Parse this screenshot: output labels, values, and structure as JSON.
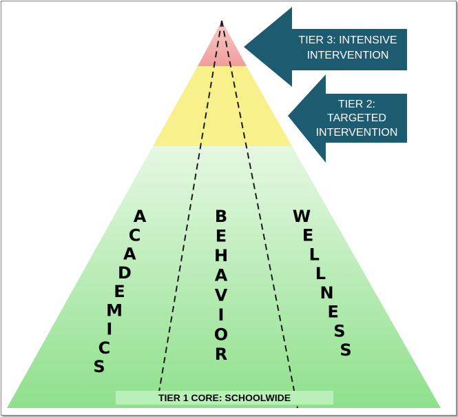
{
  "arrows": {
    "tier3": {
      "line1": "TIER 3: INTENSIVE",
      "line2": "INTERVENTION"
    },
    "tier2": {
      "line1": "TIER 2:",
      "line2": "TARGETED",
      "line3": "INTERVENTION"
    }
  },
  "columns": {
    "left": "ACADEMICS",
    "middle": "BEHAVIOR",
    "right": "WELLNESS"
  },
  "core_label": "TIER 1 CORE: SCHOOLWIDE",
  "colors": {
    "tier3": "#f2a0a0",
    "tier2": "#f8f08a",
    "tier1_top": "#e4f8e0",
    "tier1_bottom": "#8ee28e",
    "arrow": "#1d5b70",
    "core_band": "#b8f0b8"
  }
}
